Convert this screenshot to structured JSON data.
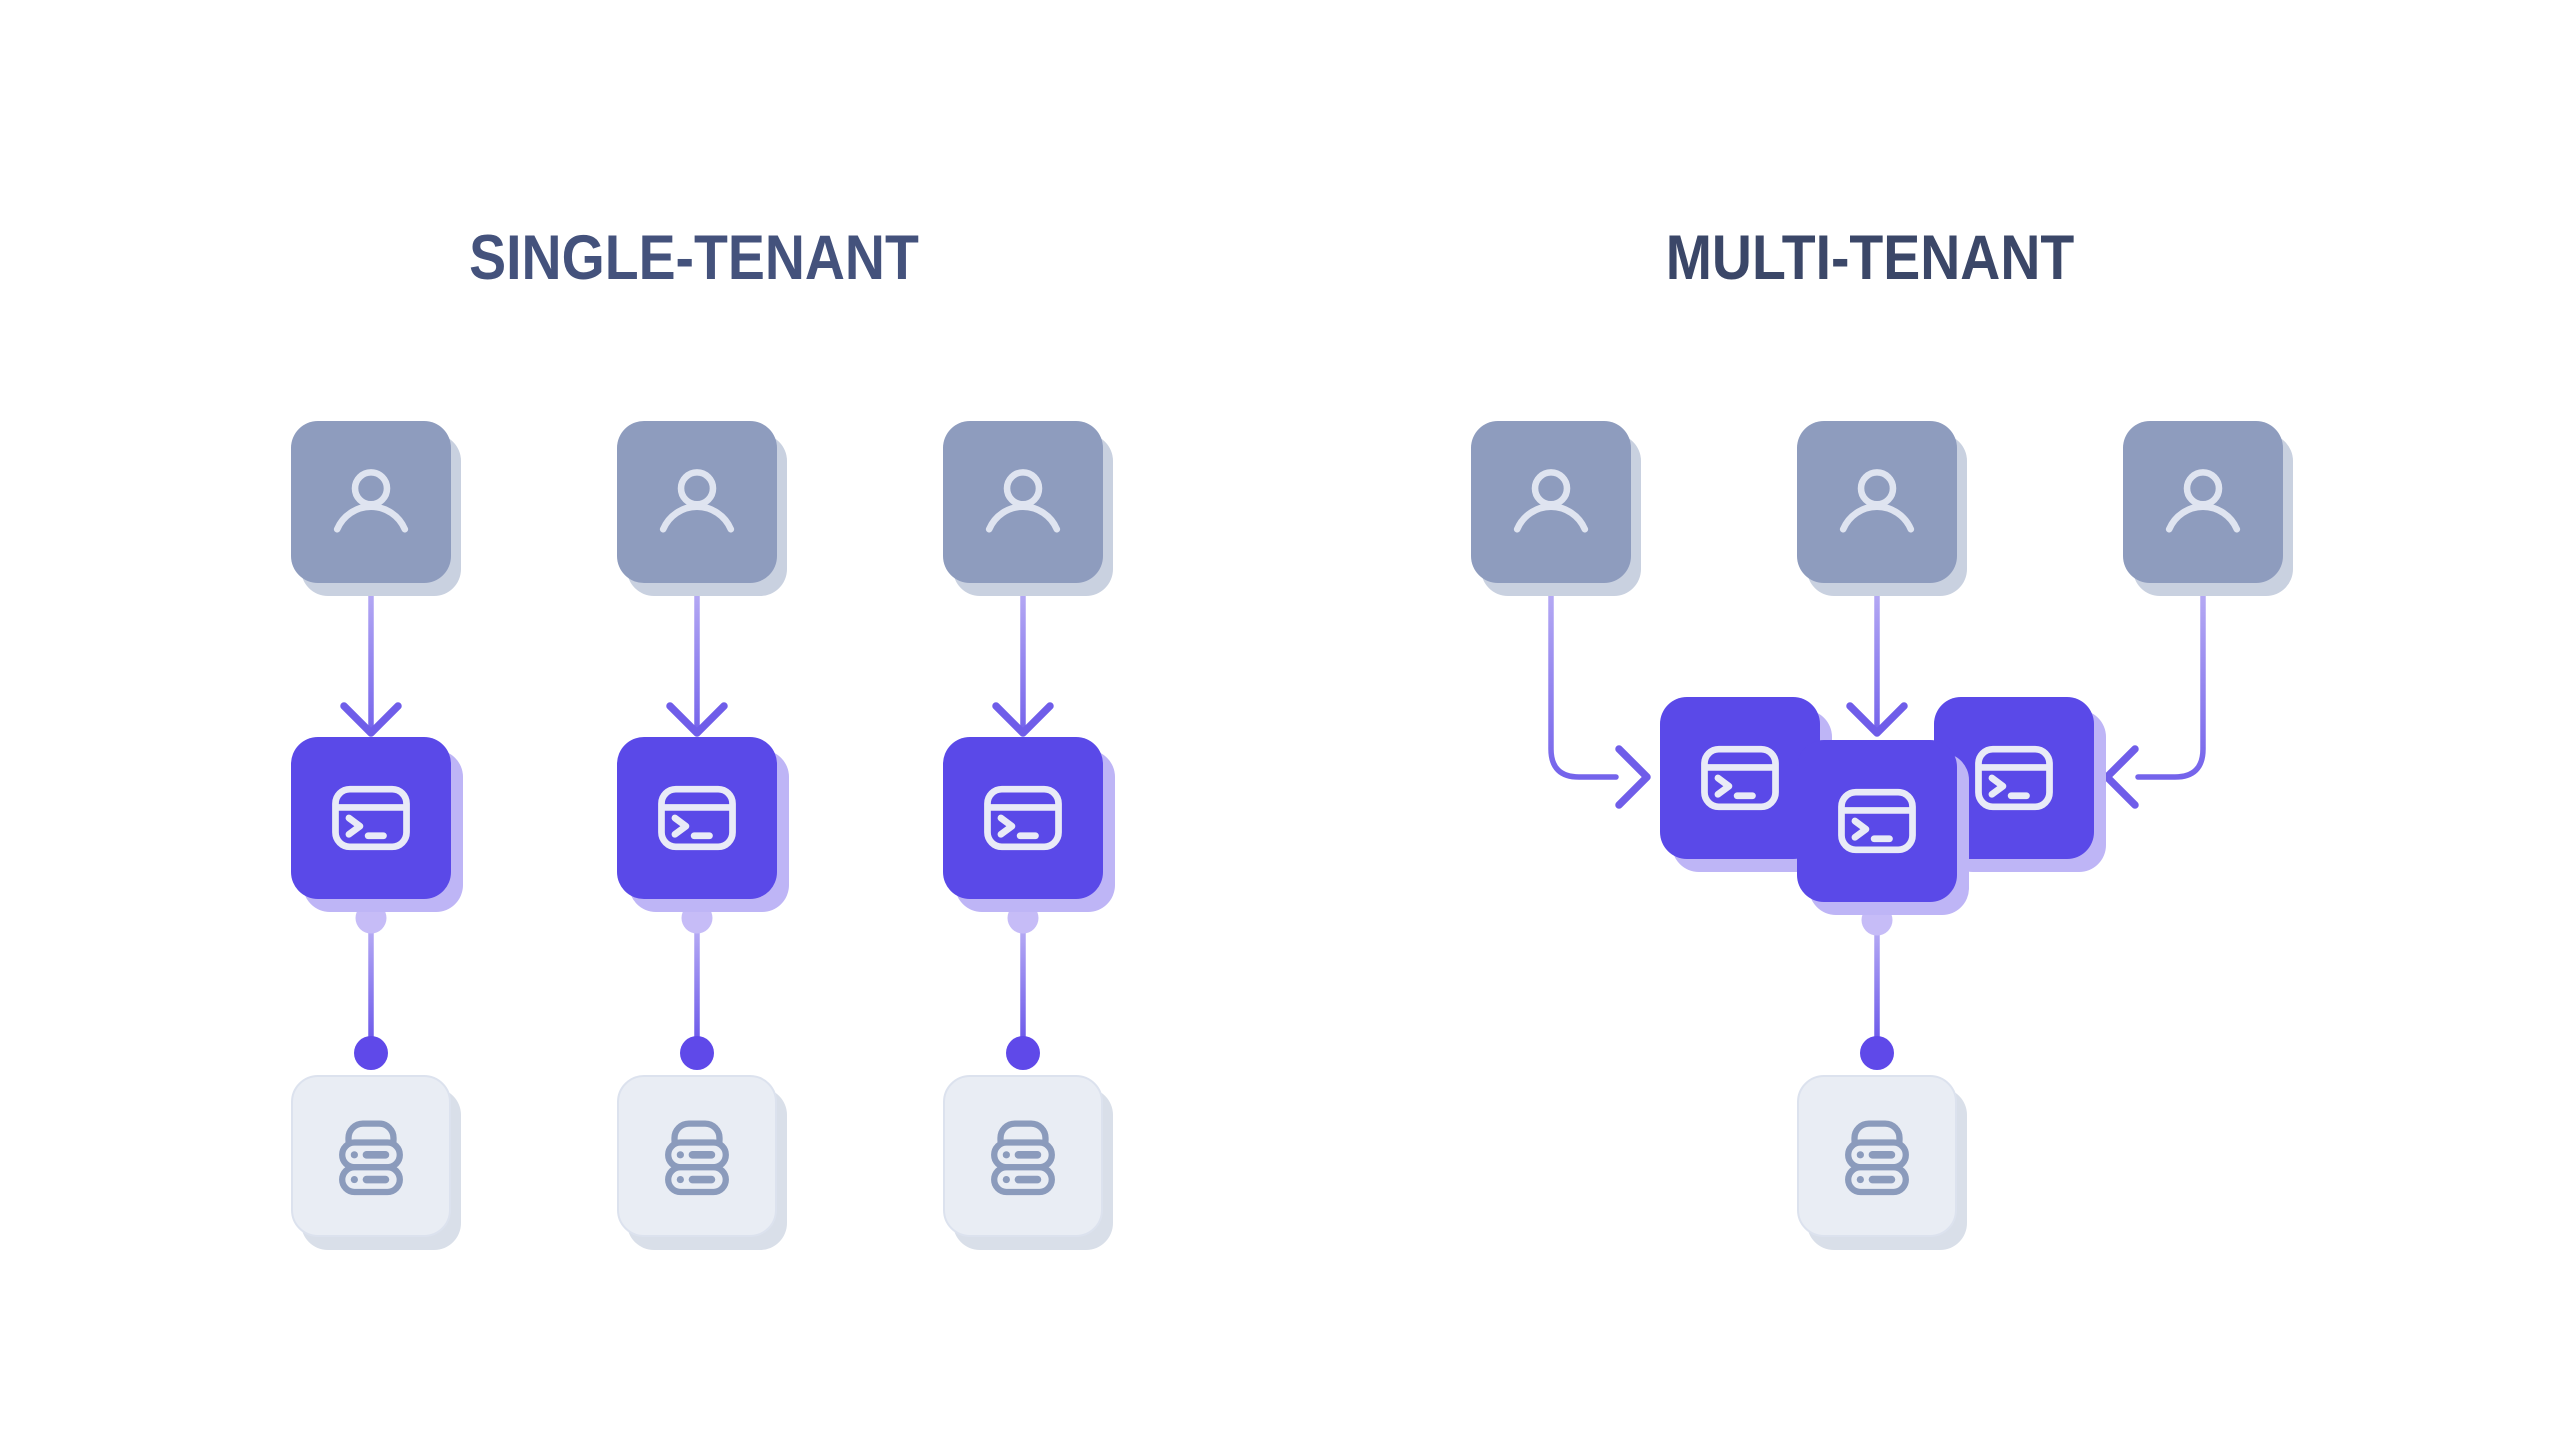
{
  "single": {
    "title": "SINGLE-TENANT",
    "columns": [
      {
        "nodes": [
          "user",
          "app-terminal",
          "database"
        ]
      },
      {
        "nodes": [
          "user",
          "app-terminal",
          "database"
        ]
      },
      {
        "nodes": [
          "user",
          "app-terminal",
          "database"
        ]
      }
    ]
  },
  "multi": {
    "title": "MULTI-TENANT",
    "user_count": 3,
    "app_terminal_count": 3,
    "database_count": 1
  },
  "icons": {
    "user": "user-icon",
    "app": "terminal-window-icon",
    "database": "server-stack-icon"
  },
  "colors": {
    "background": "#ffffff",
    "title_single": "#44527c",
    "title_multi": "#3b4768",
    "user_fill": "#8e9cbe",
    "user_shadow": "#c9d1e0",
    "user_icon": "#dfe4f0",
    "app_fill": "#5a49e8",
    "app_shadow": "#beb5f6",
    "app_icon": "#e9ebf7",
    "db_fill": "#e9edf4",
    "db_border": "#dce2ee",
    "db_shadow": "#d9dfe9",
    "db_icon": "#8b9bbc",
    "arrow_light": "#b9aef4",
    "arrow_dark": "#7463eb",
    "arrowhead": "#6f5de9",
    "dot_light": "#c6bcf7",
    "dot_dark": "#5f49e9",
    "connector_light": "#bdb3f5",
    "connector_dark": "#6450e9"
  }
}
